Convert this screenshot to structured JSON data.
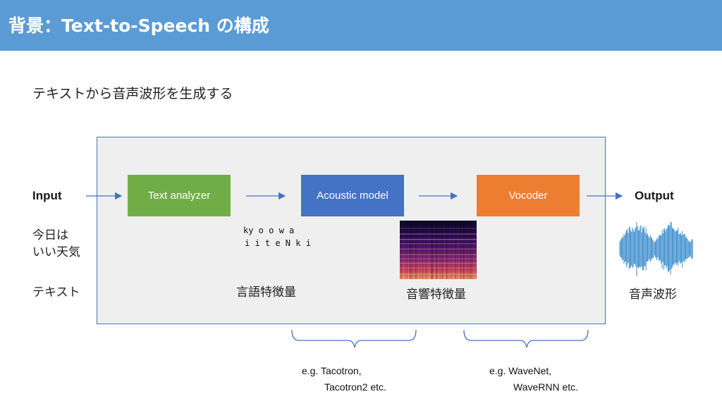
{
  "header": {
    "title": "背景：Text-to-Speech の構成"
  },
  "subtitle": "テキストから音声波形を生成する",
  "pipeline": {
    "input_label": "Input",
    "output_label": "Output",
    "blocks": [
      "Text analyzer",
      "Acoustic model",
      "Vocoder"
    ]
  },
  "input": {
    "line1": "今日は",
    "line2": "いい天気",
    "caption": "テキスト"
  },
  "linguistic": {
    "line1": "ky o o w a",
    "line2": "i i t e N k i",
    "caption": "言語特徴量"
  },
  "acoustic": {
    "caption": "音響特徴量"
  },
  "output": {
    "caption": "音声波形"
  },
  "examples": {
    "acoustic": {
      "line1": "e.g.  Tacotron,",
      "line2": "Tacotron2 etc."
    },
    "vocoder": {
      "line1": "e.g. WaveNet,",
      "line2": "WaveRNN etc."
    }
  },
  "colors": {
    "header": "#5b9bd5",
    "text_analyzer": "#70ad47",
    "acoustic_model": "#4472c4",
    "vocoder": "#ed7d31",
    "panel_border": "#4472c4"
  }
}
